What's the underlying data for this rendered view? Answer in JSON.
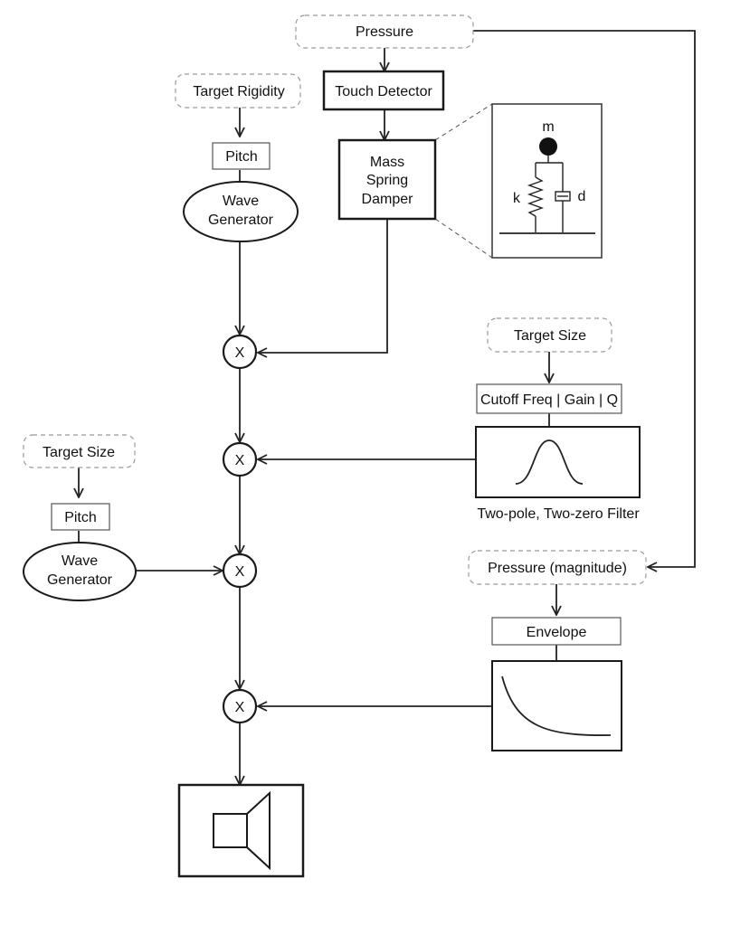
{
  "inputs": {
    "pressure": "Pressure",
    "target_rigidity": "Target Rigidity",
    "target_size_right": "Target Size",
    "target_size_left": "Target Size",
    "pressure_magnitude": "Pressure (magnitude)"
  },
  "blocks": {
    "touch_detector": "Touch Detector",
    "msd_line1": "Mass",
    "msd_line2": "Spring",
    "msd_line3": "Damper",
    "pitch_top": "Pitch",
    "wave_top_line1": "Wave",
    "wave_top_line2": "Generator",
    "pitch_left": "Pitch",
    "wave_left_line1": "Wave",
    "wave_left_line2": "Generator",
    "filter_params": "Cutoff Freq | Gain | Q",
    "filter_caption": "Two-pole, Two-zero Filter",
    "envelope": "Envelope"
  },
  "msd_inset": {
    "mass_label": "m",
    "spring_label": "k",
    "damper_label": "d"
  },
  "multiplier_symbol": "X"
}
